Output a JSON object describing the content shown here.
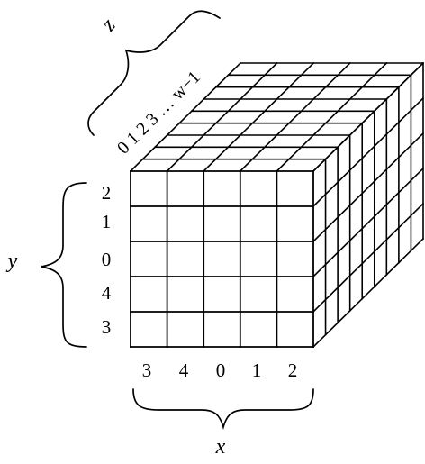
{
  "diagram": {
    "axes": {
      "x": {
        "name": "x",
        "ticks": [
          "3",
          "4",
          "0",
          "1",
          "2"
        ]
      },
      "y": {
        "name": "y",
        "ticks": [
          "2",
          "1",
          "0",
          "4",
          "3"
        ]
      },
      "z": {
        "name": "z",
        "ticks_text": "0 1 2 3 … w−1"
      }
    },
    "grid": {
      "front_columns": 5,
      "front_rows": 5,
      "depth_slices": 9
    },
    "colors": {
      "stroke": "#000000",
      "background": "#ffffff"
    }
  }
}
